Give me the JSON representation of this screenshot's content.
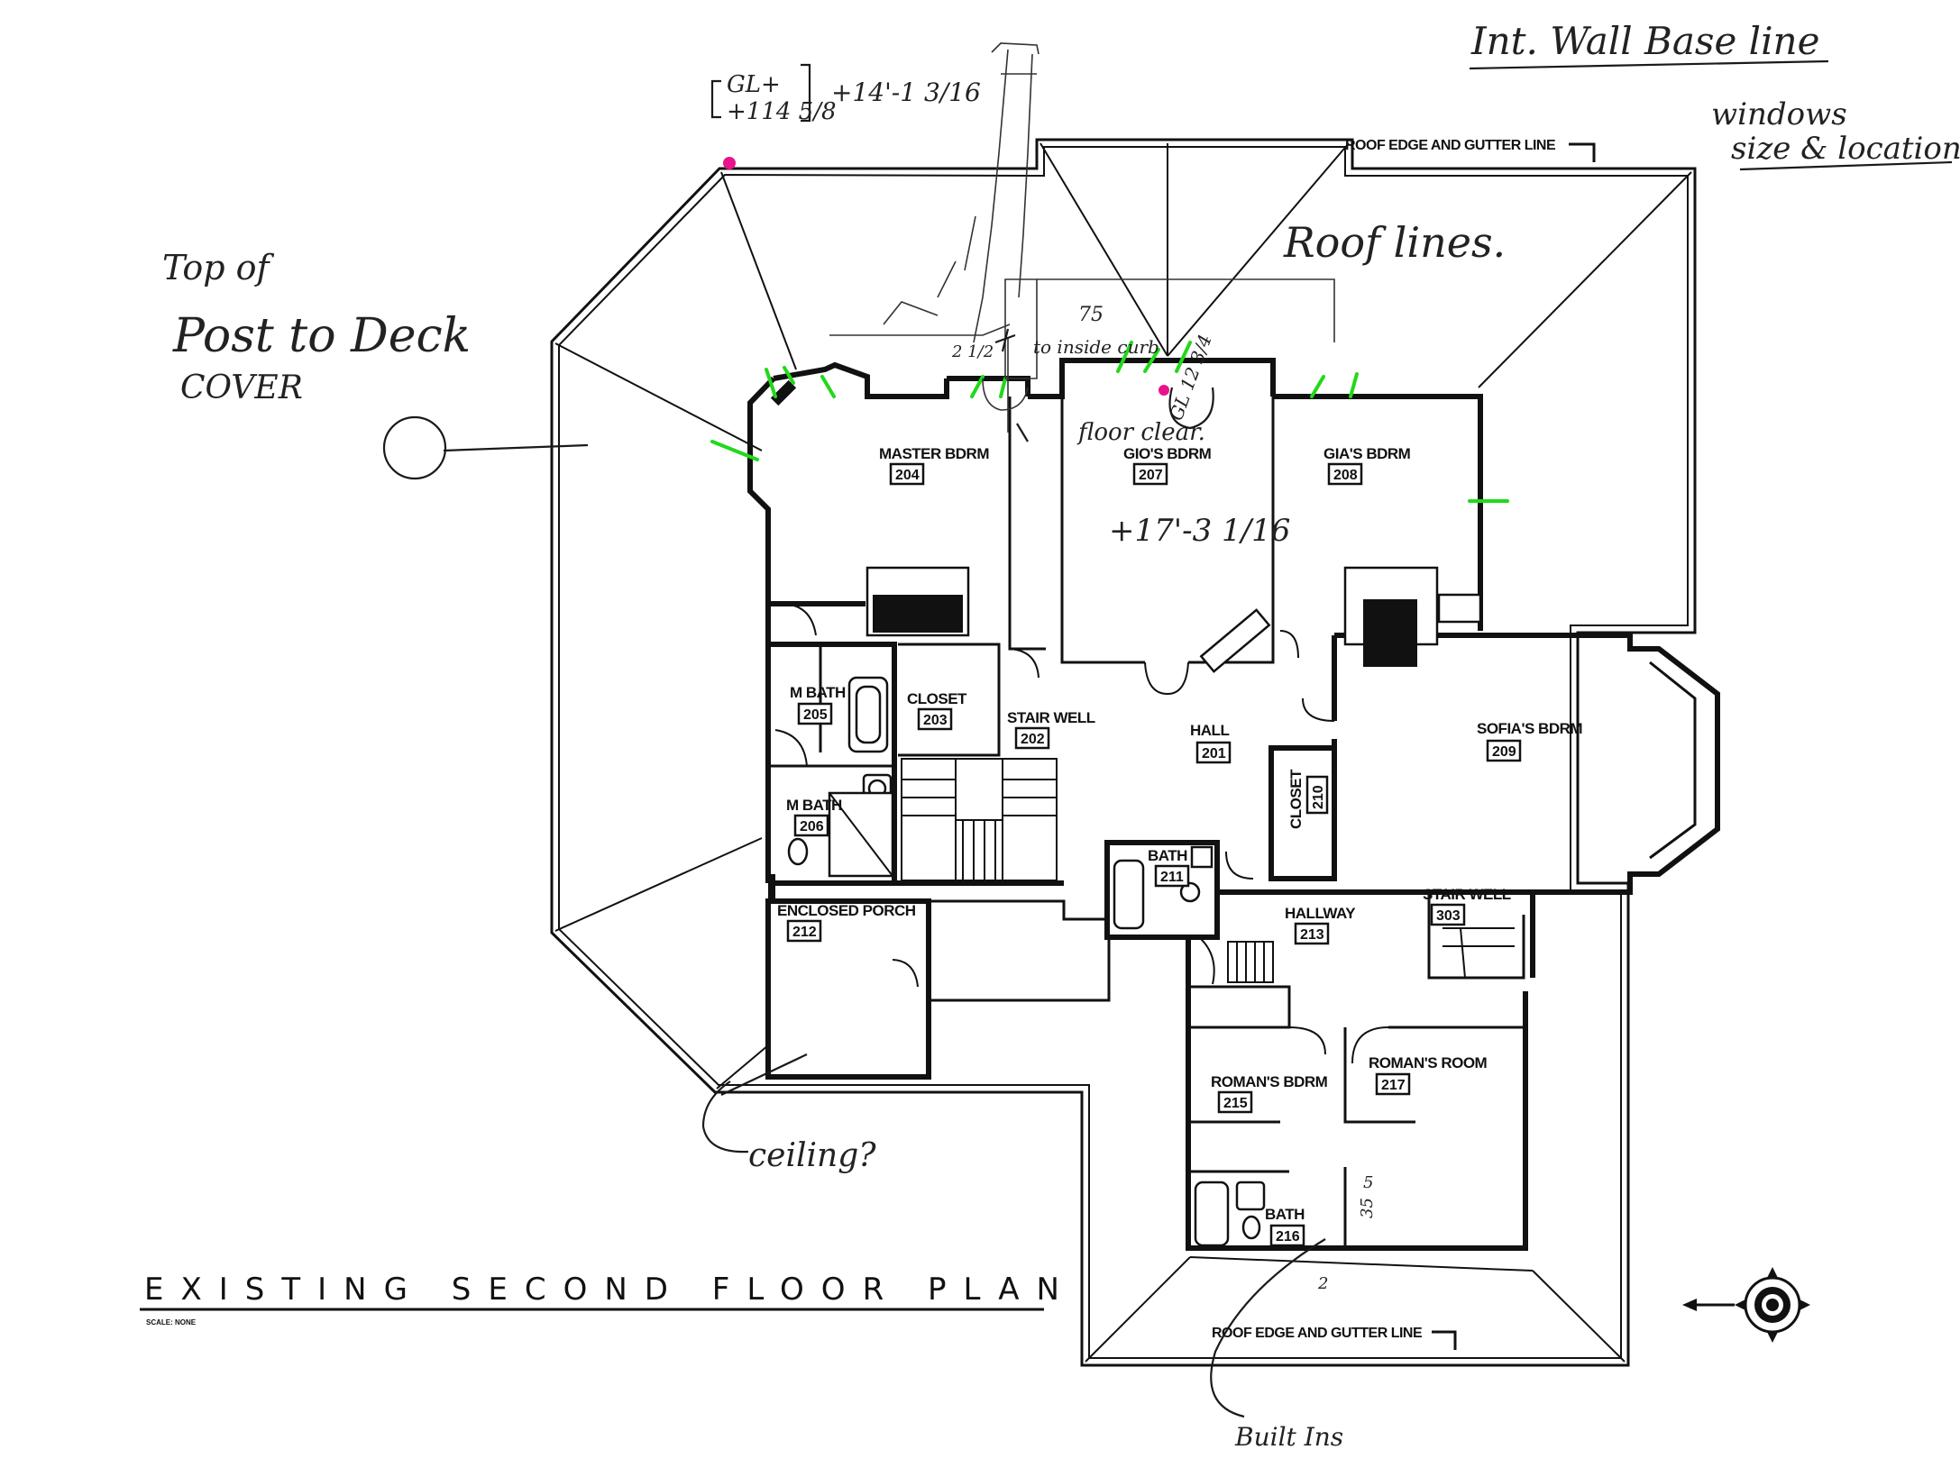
{
  "title": "EXISTING SECOND FLOOR PLAN",
  "scale_note": "SCALE: NONE",
  "notes": {
    "roof_edge_top": "ROOF EDGE AND GUTTER LINE",
    "roof_edge_bottom": "ROOF EDGE AND GUTTER LINE"
  },
  "rooms": [
    {
      "label": "MASTER BDRM",
      "number": "204"
    },
    {
      "label": "GIO'S BDRM",
      "number": "207"
    },
    {
      "label": "GIA'S BDRM",
      "number": "208"
    },
    {
      "label": "M BATH",
      "number": "205"
    },
    {
      "label": "CLOSET",
      "number": "203"
    },
    {
      "label": "STAIR WELL",
      "number": "202"
    },
    {
      "label": "HALL",
      "number": "201"
    },
    {
      "label": "SOFIA'S BDRM",
      "number": "209"
    },
    {
      "label": "M BATH",
      "number": "206"
    },
    {
      "label": "CLOSET",
      "number": "210"
    },
    {
      "label": "BATH",
      "number": "211"
    },
    {
      "label": "ENCLOSED PORCH",
      "number": "212"
    },
    {
      "label": "HALLWAY",
      "number": "213"
    },
    {
      "label": "STAIR WELL",
      "number": "303"
    },
    {
      "label": "ROMAN'S BDRM",
      "number": "215"
    },
    {
      "label": "ROMAN'S ROOM",
      "number": "217"
    },
    {
      "label": "BATH",
      "number": "216"
    }
  ],
  "handwriting": {
    "int_wall": "Int. Wall Base line",
    "windows": "windows",
    "size_location": "size & location",
    "gl_bracket_1": "GL+",
    "gl_bracket_2": "+114 5/8",
    "gl_height": "+14'-1 3/16",
    "roof_lines": "Roof lines.",
    "top_of": "Top of",
    "post_to_deck": "Post to Deck",
    "cover": "COVER",
    "floor_clear": "floor clear.",
    "gl_12": "GL 12 3/4",
    "plus_17": "+17'-3 1/16",
    "to_inside": "to inside curb",
    "dim_75": "75",
    "dim_2half": "2 1/2",
    "ceiling": "ceiling?",
    "built_ins": "Built Ins",
    "dim_5": "5",
    "dim_35": "35",
    "dim_2": "2"
  },
  "colors": {
    "ink": "#111111",
    "highlight_green": "#22d81a",
    "marker_magenta": "#e8148c"
  },
  "icons": {
    "compass": "north-arrow-compass-icon"
  }
}
